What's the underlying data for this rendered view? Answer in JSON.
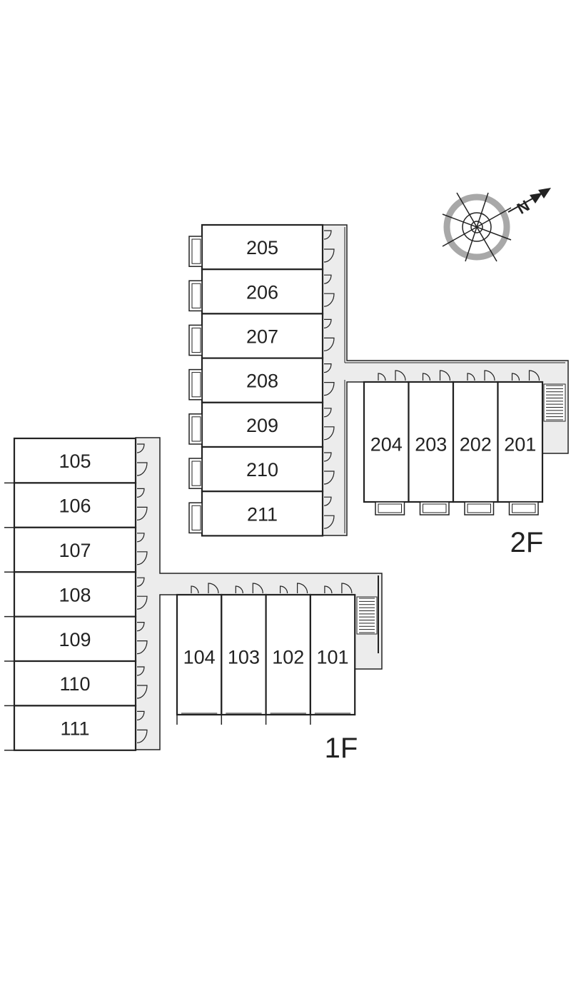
{
  "floors": [
    {
      "label": "2F",
      "units_west": [
        "205",
        "206",
        "207",
        "208",
        "209",
        "210",
        "211"
      ],
      "units_south": [
        "204",
        "203",
        "202",
        "201"
      ]
    },
    {
      "label": "1F",
      "units_west": [
        "105",
        "106",
        "107",
        "108",
        "109",
        "110",
        "111"
      ],
      "units_south": [
        "104",
        "103",
        "102",
        "101"
      ]
    }
  ],
  "compass": {
    "label": "N",
    "icon": "north-arrow-icon"
  },
  "colors": {
    "line": "#222222",
    "corridor": "#ececec",
    "compass_ring": "#a8a8a8"
  }
}
